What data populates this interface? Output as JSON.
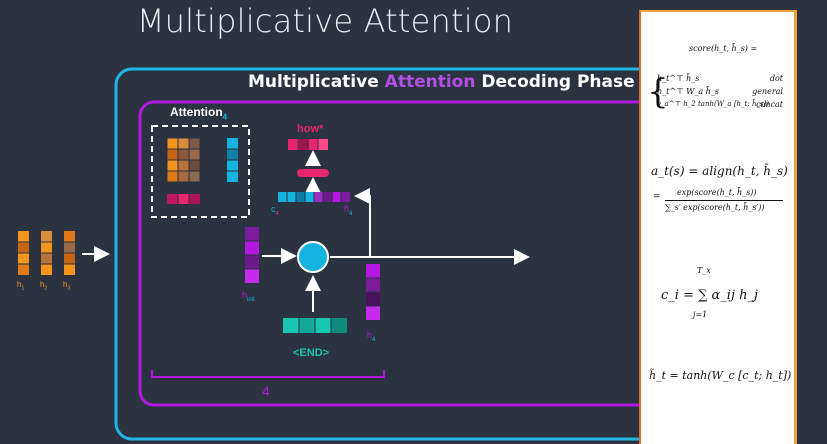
{
  "slide_title": "Multiplicative Attention",
  "phase_title": {
    "prefix": "Multiplicative ",
    "highlight": "Attention",
    "suffix": " Decoding Phase"
  },
  "attention_box": {
    "label": "Attention",
    "subscript": "4"
  },
  "output_word": "how*",
  "context_label": {
    "main": "c",
    "sub": "4"
  },
  "concat_hidden_label": {
    "main": "h̃",
    "sub": "4"
  },
  "h_init_label": {
    "main": "h",
    "sub": "init"
  },
  "h4_label": {
    "main": "h",
    "sub": "4"
  },
  "end_token": "<END>",
  "timestep_label": "4",
  "encoder_labels": [
    {
      "main": "h",
      "sub": "1"
    },
    {
      "main": "h",
      "sub": "2"
    },
    {
      "main": "h",
      "sub": "3"
    }
  ],
  "equations": {
    "score_header": "score(h_t, h̄_s) =",
    "score_dot": {
      "expr": "h_t^⊤ h̄_s",
      "name": "dot"
    },
    "score_general": {
      "expr": "h_t^⊤ W_a h̄_s",
      "name": "general"
    },
    "score_concat": {
      "expr": "v_a^⊤ h_2 tanh(W_a [h_t; h̄_s])",
      "name": "concat"
    },
    "align_line": "a_t(s) = align(h_t, h̄_s)",
    "align_num": "exp(score(h_t, h̄_s))",
    "align_den": "∑_s′ exp(score(h_t, h̄_s′))",
    "context_line": "c_i = ∑ α_ij h_j",
    "context_sum_top": "T_x",
    "context_sum_bottom": "j=1",
    "attn_hidden_line": "h̃_t = tanh(W_c [c_t; h_t])"
  },
  "colors": {
    "background": "#2b3340",
    "outer_frame": "#1fb6e6",
    "inner_frame": "#b317e0",
    "orange": "#f5951d",
    "cyan": "#14b3e0",
    "pink": "#e8266d",
    "purple": "#7a1c9c",
    "teal": "#17c5b0"
  }
}
